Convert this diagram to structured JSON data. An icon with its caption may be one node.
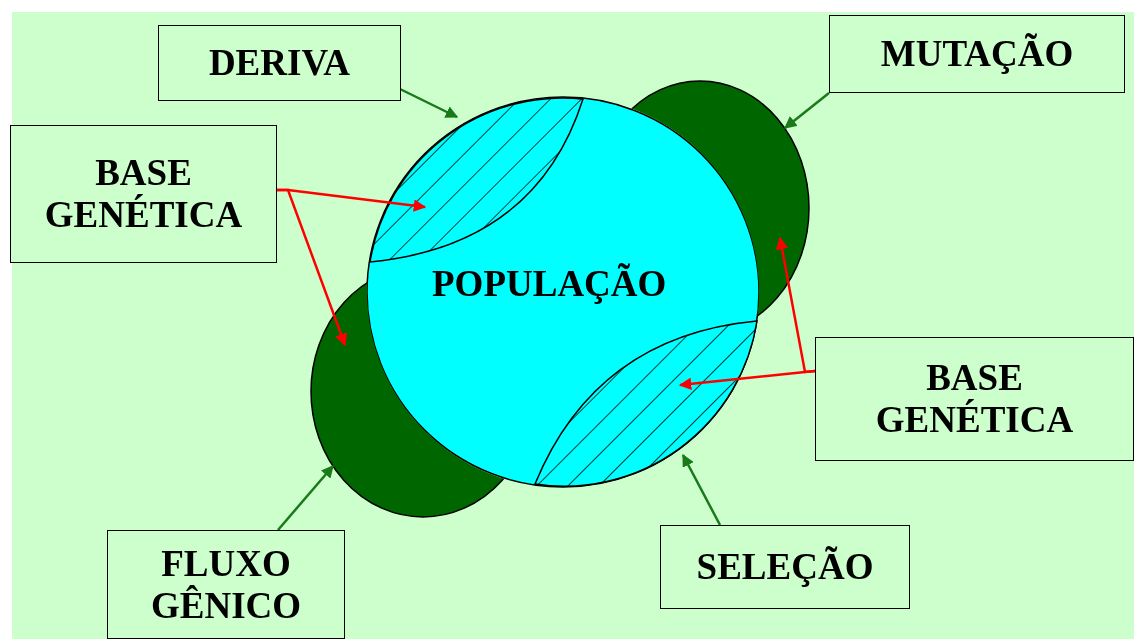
{
  "diagram": {
    "nodes": [
      {
        "text": [
          "DERIVA"
        ]
      },
      {
        "text": [
          "MUTAÇÃO"
        ]
      },
      {
        "text": [
          "BASE GENÉTICA"
        ]
      },
      {
        "text": [
          "POPULAÇÃO"
        ]
      },
      {
        "text": [],
        "shape": "segment",
        "in": 3
      },
      {
        "text": [],
        "shape": "segment",
        "in": 3
      },
      {
        "text": [],
        "shape": "circle"
      },
      {
        "text": [],
        "shape": "circle"
      },
      {
        "text": [
          "BASE GENÉTICA"
        ]
      },
      {
        "text": [
          "FLUXO GÊNICO"
        ]
      },
      {
        "text": [
          "SELEÇÃO"
        ]
      }
    ],
    "edges": [
      {
        "from": 0,
        "to": 3,
        "arrow": "to",
        "color": "#1a7a1a"
      },
      {
        "from": 1,
        "to": 6,
        "arrow": "to",
        "color": "#1a7a1a"
      },
      {
        "from": 2,
        "to": 4,
        "arrow": "to",
        "color": "#ff0000"
      },
      {
        "from": 2,
        "to": 7,
        "arrow": "to",
        "color": "#ff0000"
      },
      {
        "from": 8,
        "to": 5,
        "arrow": "to",
        "color": "#ff0000"
      },
      {
        "from": 8,
        "to": 6,
        "arrow": "to",
        "color": "#ff0000"
      },
      {
        "from": 9,
        "to": 7,
        "arrow": "to",
        "color": "#1a7a1a"
      },
      {
        "from": 10,
        "to": 5,
        "arrow": "to",
        "color": "#1a7a1a"
      }
    ]
  }
}
